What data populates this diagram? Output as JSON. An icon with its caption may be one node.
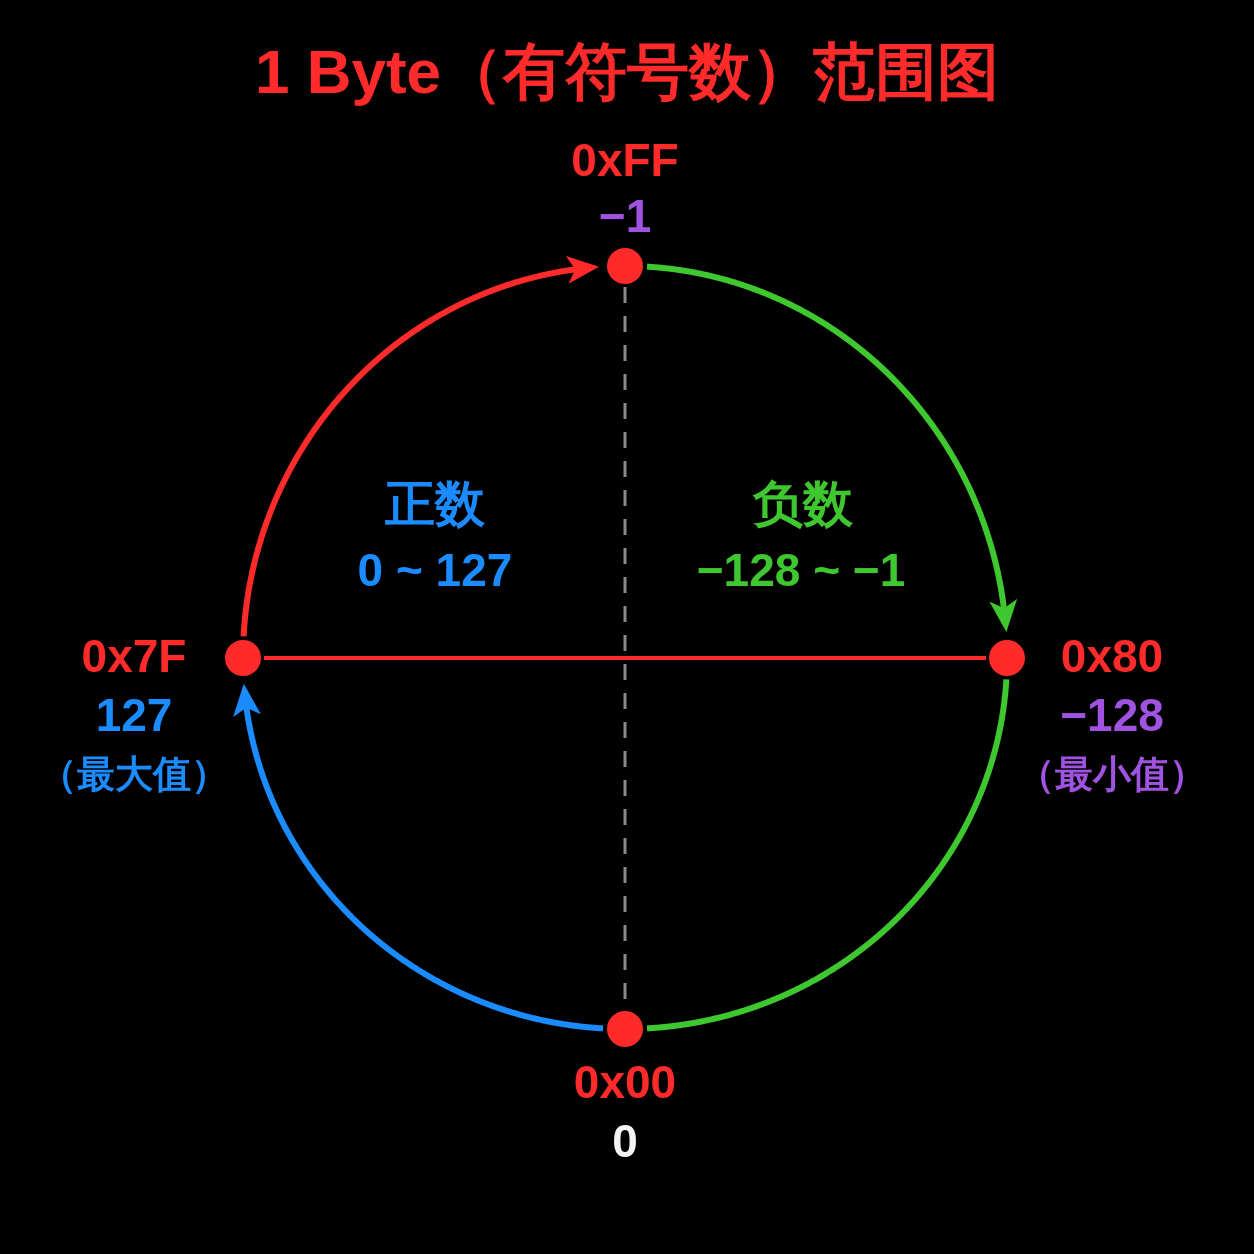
{
  "diagram": {
    "title": "1 Byte（有符号数）范围图",
    "nodes": [
      {
        "text": [],
        "shape": "circle",
        "beside": [
          "0xFF",
          "−1"
        ]
      },
      {
        "text": [],
        "shape": "circle",
        "beside": [
          "0x7F",
          "127",
          "（最大值）"
        ]
      },
      {
        "text": [],
        "shape": "circle",
        "beside": [
          "0x80",
          "−128",
          "（最小值）"
        ]
      },
      {
        "text": [],
        "shape": "circle",
        "beside": [
          "0x00",
          "0"
        ]
      }
    ],
    "edges": [
      {
        "from": 1,
        "to": 0,
        "arrow": "to",
        "color": "#ff2a2a"
      },
      {
        "from": 0,
        "to": 2,
        "arrow": "to",
        "color": "#3fc72f"
      },
      {
        "from": 2,
        "to": 3,
        "arrow": "none",
        "color": "#3fc72f"
      },
      {
        "from": 3,
        "to": 1,
        "arrow": "to",
        "color": "#1a8cff"
      },
      {
        "from": 1,
        "to": 2,
        "arrow": "none",
        "color": "#ff2a2a"
      },
      {
        "from": 0,
        "to": 3,
        "arrow": "none",
        "style": "dashed",
        "color": "#8a8a8a"
      }
    ],
    "labels": [
      "正数",
      "负数",
      "0 ~ 127",
      "−128 ~ −1"
    ]
  }
}
